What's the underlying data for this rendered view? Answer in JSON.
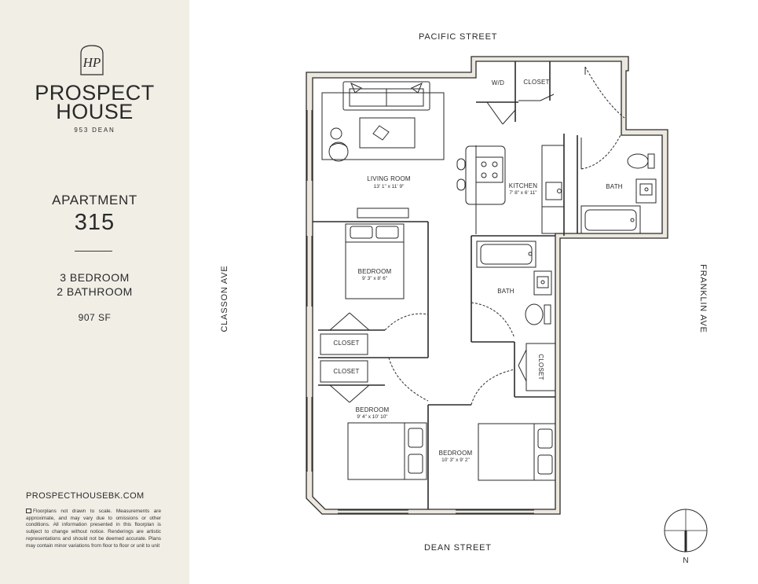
{
  "brand": {
    "monogram": "HP",
    "name_line1": "PROSPECT",
    "name_line2": "HOUSE",
    "address": "953 DEAN"
  },
  "unit": {
    "label": "APARTMENT",
    "number": "315",
    "bedrooms": "3 BEDROOM",
    "bathrooms": "2 BATHROOM",
    "area": "907 SF"
  },
  "footer": {
    "website": "PROSPECTHOUSEBK.COM",
    "disclaimer": "Floorplans not drawn to scale. Measurements are approximate, and may vary due to omissions or other conditions. All information presented in this floorplan is subject to change without notice. Renderings are artistic representations and should not be deemed accurate. Plans may contain minor variations from floor to floor or unit to unit"
  },
  "streets": {
    "north": "PACIFIC STREET",
    "south": "DEAN STREET",
    "west": "CLASSON AVE",
    "east": "FRANKLIN AVE"
  },
  "rooms": {
    "living": {
      "name": "LIVING ROOM",
      "dims": "13' 1\" x 11' 9\""
    },
    "kitchen": {
      "name": "KITCHEN",
      "dims": "7' 8\" x 6' 11\""
    },
    "bath1": {
      "name": "BATH"
    },
    "bath2": {
      "name": "BATH"
    },
    "bedroom1": {
      "name": "BEDROOM",
      "dims": "9' 3\" x 8' 6\""
    },
    "bedroom2": {
      "name": "BEDROOM",
      "dims": "9' 4\" x 10' 10\""
    },
    "bedroom3": {
      "name": "BEDROOM",
      "dims": "10' 3\" x 9' 2\""
    },
    "closet1": {
      "name": "CLOSET"
    },
    "closet2": {
      "name": "CLOSET"
    },
    "closet3": {
      "name": "CLOSET"
    },
    "closet4": {
      "name": "CLOSET"
    },
    "wd": {
      "name": "W/D"
    }
  },
  "compass": {
    "label": "N"
  },
  "colors": {
    "sidebar_bg": "#f1eee6",
    "wall_fill": "#ece8df",
    "line": "#2a2a2a"
  }
}
